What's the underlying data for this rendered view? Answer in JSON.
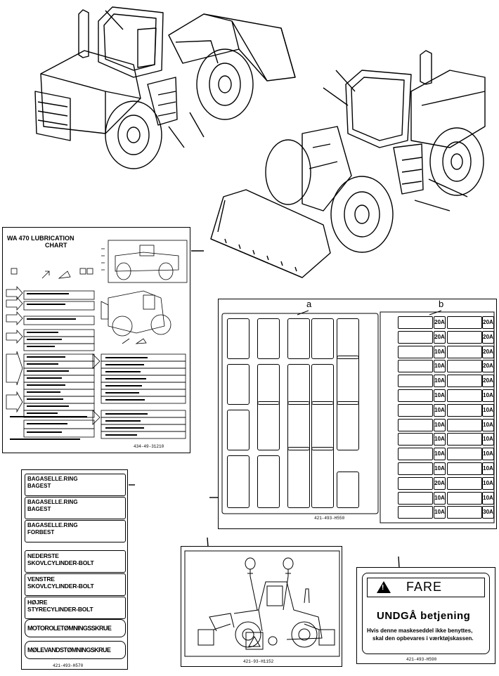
{
  "callouts": {
    "a": "a",
    "b": "b"
  },
  "lubrication_chart": {
    "title_line1": "WA 470   LUBRICATION",
    "title_line2": "CHART",
    "part_number": "434-49-31210"
  },
  "fuse_panel": {
    "part_number": "421-493-H550",
    "amps": [
      "20A",
      "20A",
      "10A",
      "10A",
      "10A",
      "10A",
      "10A",
      "10A",
      "10A",
      "10A",
      "10A",
      "20A",
      "10A",
      "10A"
    ],
    "amps2": [
      "20A",
      "20A",
      "20A",
      "20A",
      "20A",
      "10A",
      "10A",
      "10A",
      "10A",
      "10A",
      "10A",
      "10A",
      "10A",
      "30A"
    ]
  },
  "tags": {
    "part_number": "421-493-H570",
    "items": [
      {
        "line1": "BAGASELLE.RING",
        "line2": "BAGEST"
      },
      {
        "line1": "BAGASELLE.RING",
        "line2": "BAGEST"
      },
      {
        "line1": "BAGASELLE.RING",
        "line2": "FORBEST"
      },
      {
        "line1": "NEDERSTE",
        "line2": "SKOVLCYLINDER-BOLT"
      },
      {
        "line1": "VENSTRE",
        "line2": "SKOVLCYLINDER-BOLT"
      },
      {
        "line1": "HØJRE",
        "line2": "STYRECYLINDER-BOLT"
      }
    ],
    "big1": "MOTOROLETØMNINGSSKRUE",
    "big2": "MØLEVANDSTØMNINGSKRUE"
  },
  "lift_decal": {
    "part_number": "421-93-H1152"
  },
  "warning_decal": {
    "signal_word": "FARE",
    "heading": "UNDGÅ  betjening",
    "line1": "Hvis denne maskeseddel ikke benyttes,",
    "line2": "skal den opbevares i værktøjskassen.",
    "part_number": "421-493-H590"
  }
}
